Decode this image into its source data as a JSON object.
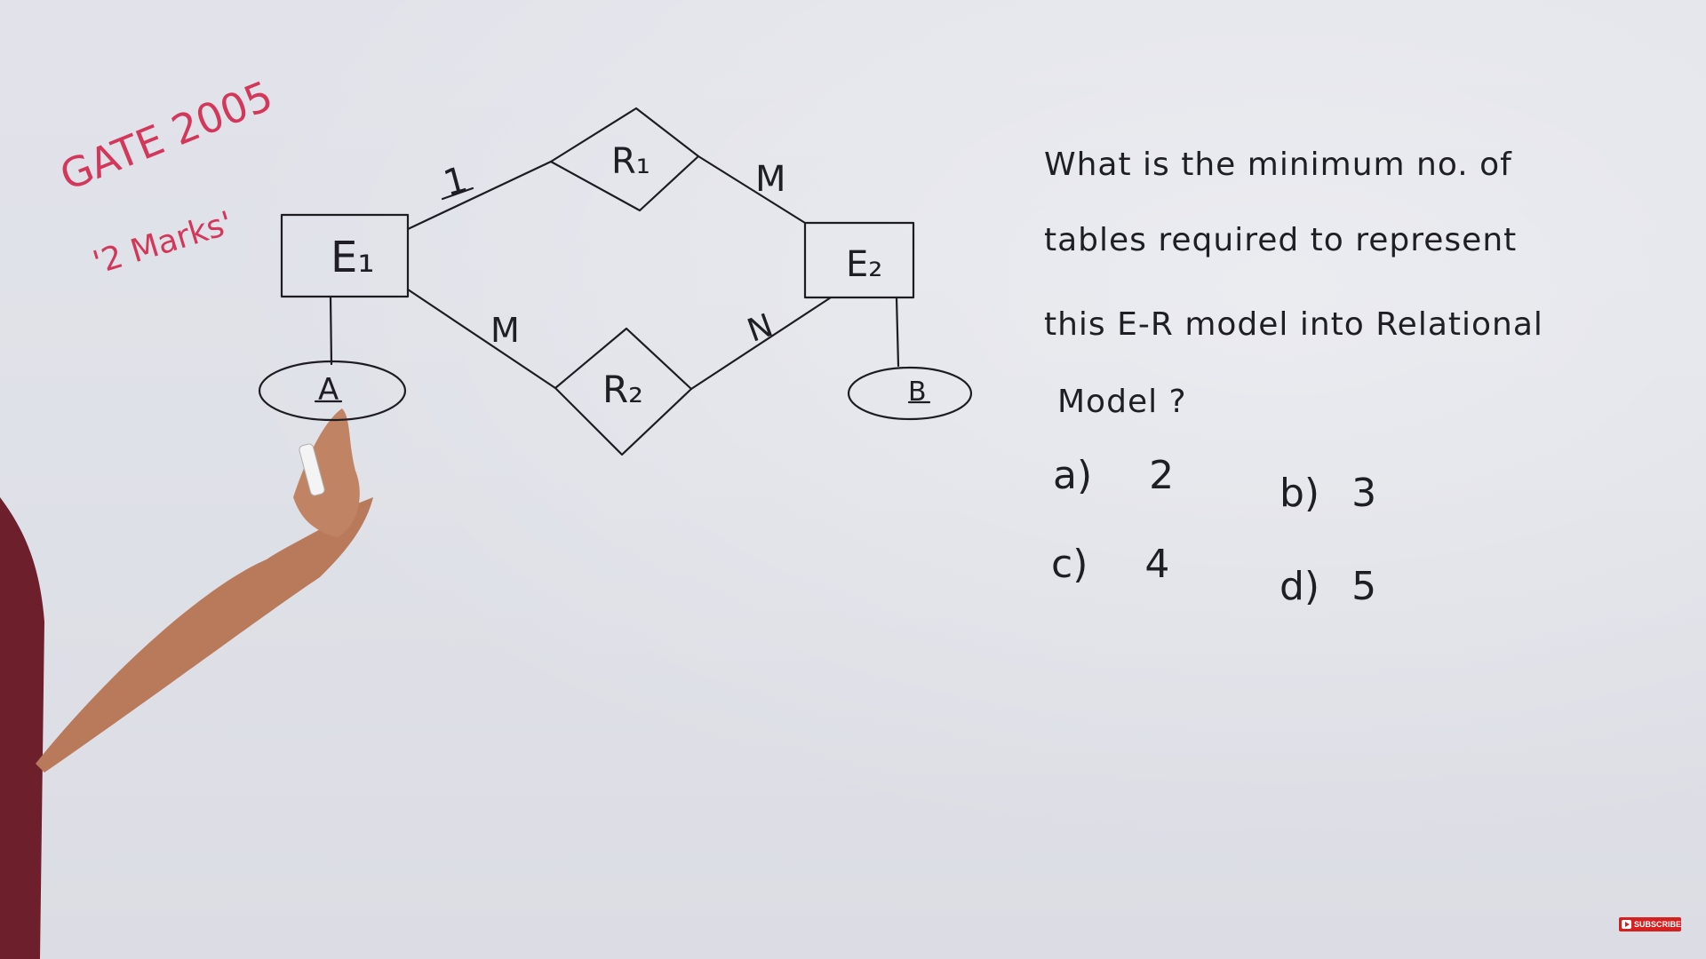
{
  "header_note": {
    "line1": "GATE 2005",
    "line2": "'2 Marks'"
  },
  "diagram": {
    "entities": {
      "e1": "E₁",
      "e2": "E₂"
    },
    "relationships": {
      "r1": "R₁",
      "r2": "R₂"
    },
    "attributes": {
      "a": "A",
      "b": "B"
    },
    "cardinalities": {
      "e1_r1": "1",
      "r1_e2": "M",
      "e1_r2": "M",
      "r2_e2": "N"
    }
  },
  "question": {
    "lines": [
      "What is the minimum no. of",
      "tables required to represent",
      "this E-R model into Relational",
      "Model ?"
    ]
  },
  "options": [
    {
      "label": "a)",
      "value": "2"
    },
    {
      "label": "b)",
      "value": "3"
    },
    {
      "label": "c)",
      "value": "4"
    },
    {
      "label": "d)",
      "value": "5"
    }
  ],
  "subscribe_badge": {
    "label": "SUBSCRIBE",
    "icon": "play-icon"
  },
  "colors": {
    "marker_red": "#d3385a",
    "marker_black": "#1e1e24",
    "board": "#e0e1e8"
  }
}
